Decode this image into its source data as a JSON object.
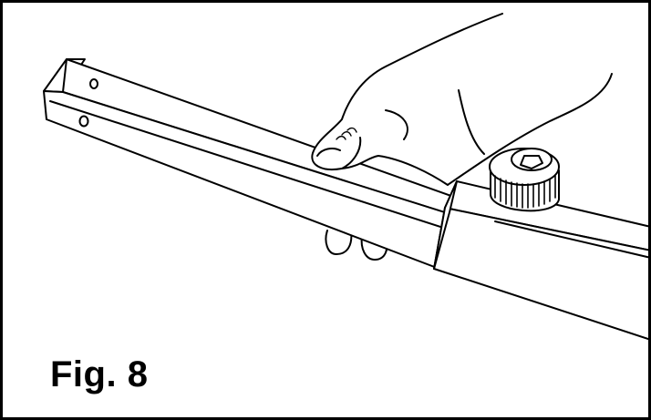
{
  "figure": {
    "caption": "Fig. 8"
  },
  "colors": {
    "line": "#000000",
    "background": "#ffffff"
  },
  "icons": {
    "tube": "square-tube-illustration",
    "knob": "knurled-knob-illustration",
    "hand": "hand-illustration"
  }
}
